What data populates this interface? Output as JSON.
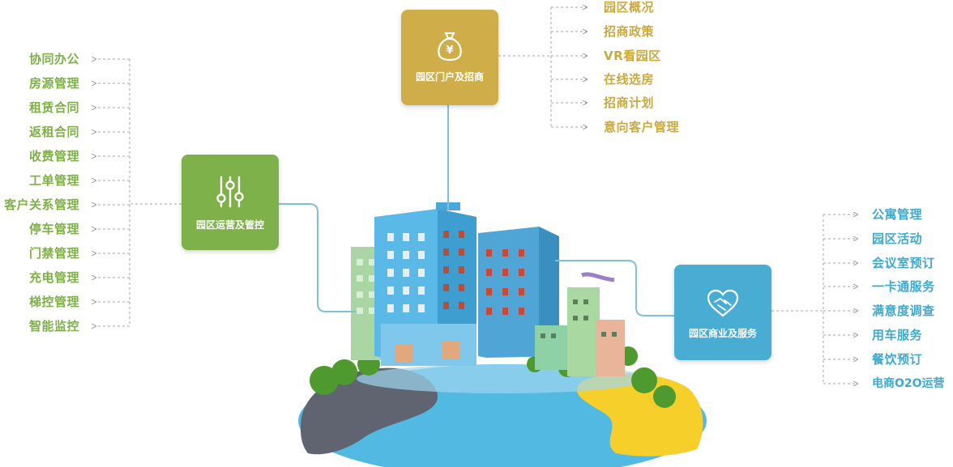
{
  "left_module": {
    "title": "园区运营及管控",
    "icon": "sliders-icon",
    "color": "#7fb14b",
    "items": [
      "协同办公",
      "房源管理",
      "租赁合同",
      "返租合同",
      "收费管理",
      "工单管理",
      "客户关系管理",
      "停车管理",
      "门禁管理",
      "充电管理",
      "梯控管理",
      "智能监控"
    ]
  },
  "top_module": {
    "title": "园区门户及招商",
    "icon": "money-bag-icon",
    "color": "#cfae4a",
    "items": [
      "园区概况",
      "招商政策",
      "VR看园区",
      "在线选房",
      "招商计划",
      "意向客户管理"
    ]
  },
  "right_module": {
    "title": "园区商业及服务",
    "icon": "handshake-heart-icon",
    "color": "#49acd3",
    "items": [
      "公寓管理",
      "园区活动",
      "会议室预订",
      "一卡通服务",
      "满意度调查",
      "用车服务",
      "餐饮预订",
      "电商O2O运营"
    ]
  },
  "illustration": {
    "name": "city-globe-illustration",
    "colors": {
      "ocean": "#52b9e3",
      "land_dark": "#5f6470",
      "land_yellow": "#f7cf2a",
      "building_blue": "#5ab9e6",
      "trees": "#4e9a2e"
    }
  }
}
